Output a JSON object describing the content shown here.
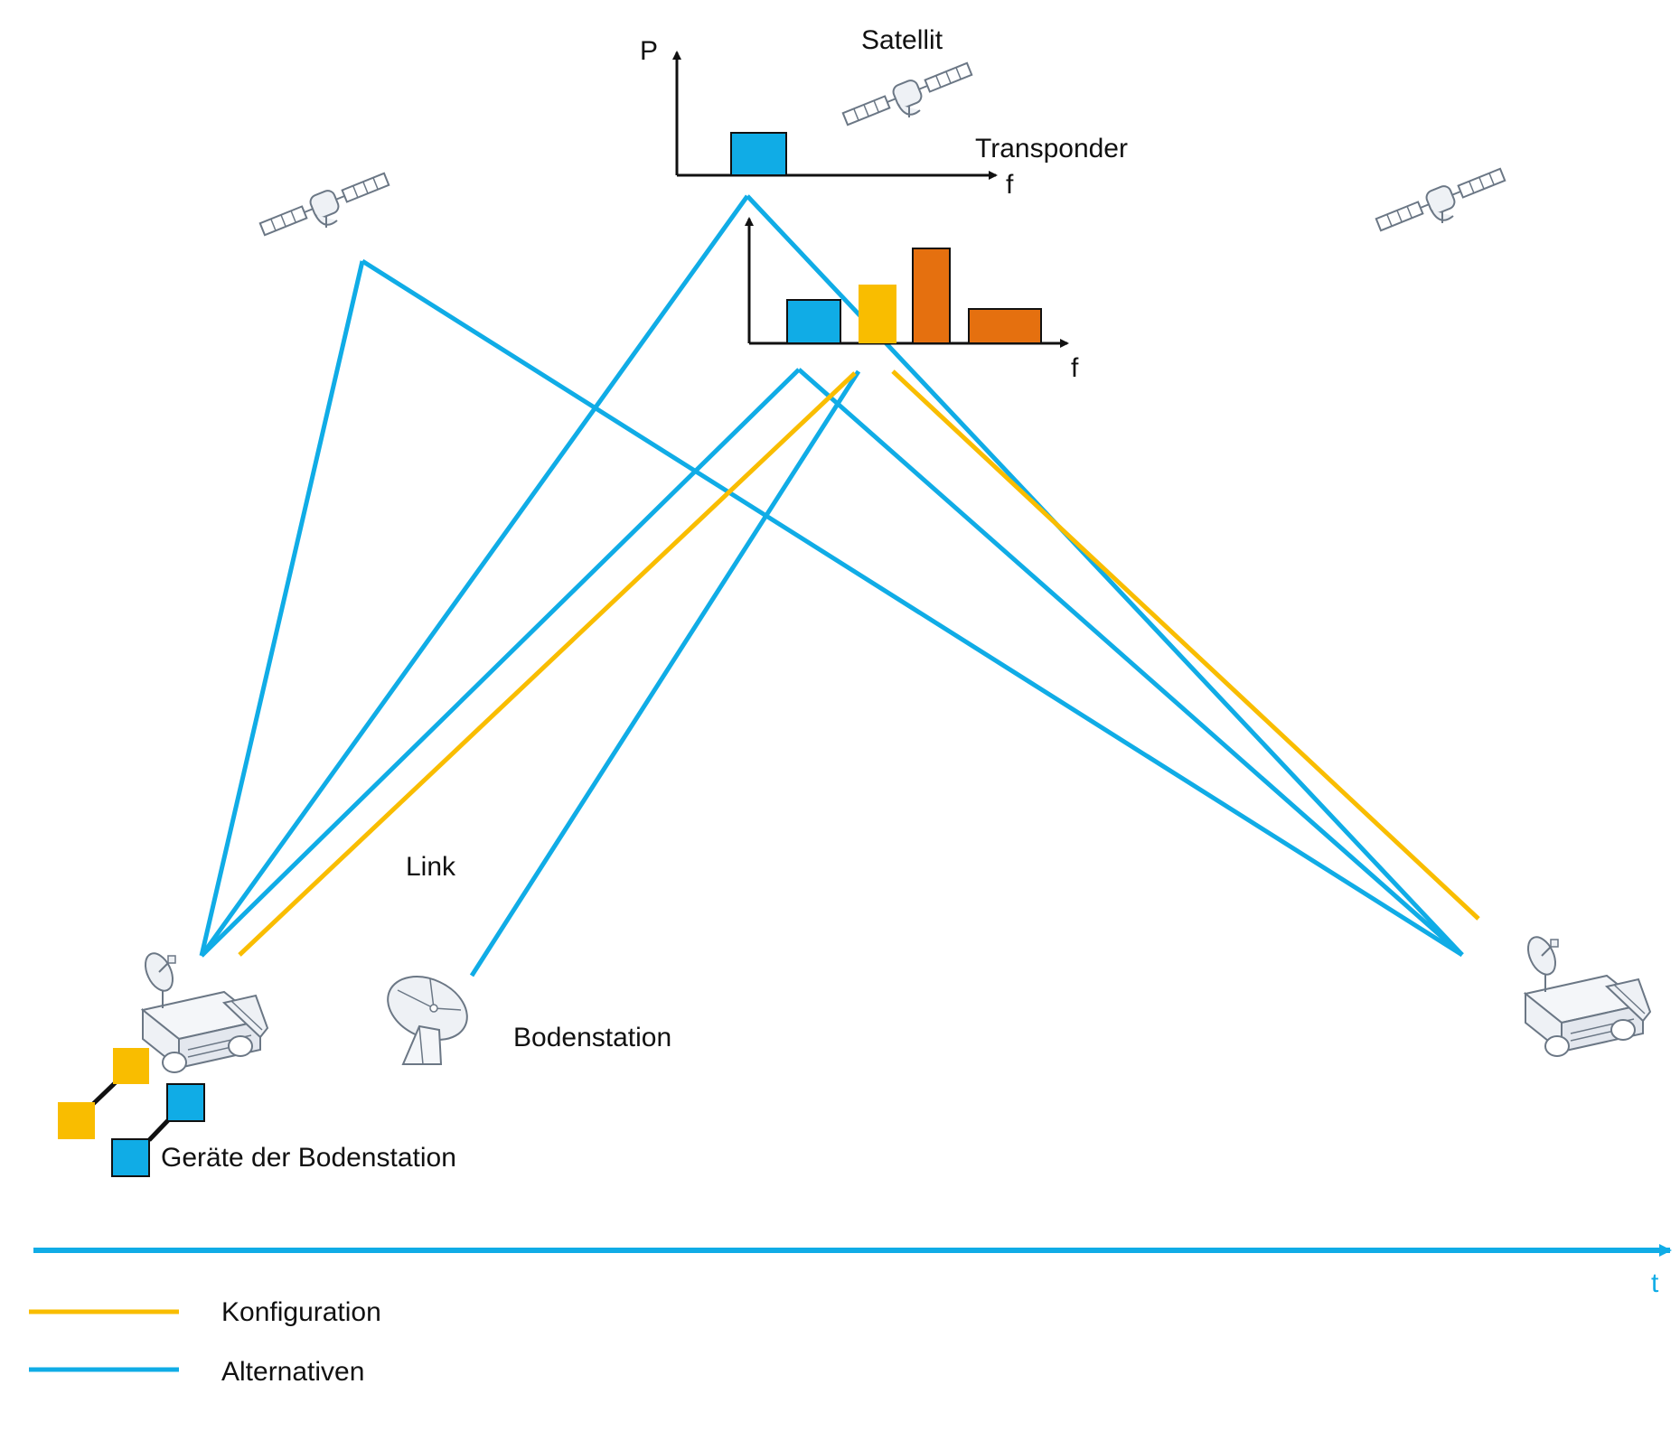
{
  "labels": {
    "satellite": "Satellit",
    "transponder": "Transponder",
    "power_axis": "P",
    "freq_axis_top": "f",
    "freq_axis_mid": "f",
    "link": "Link",
    "ground_station": "Bodenstation",
    "ground_equipment": "Geräte der Bodenstation",
    "time_axis": "t"
  },
  "legend": [
    {
      "label": "Konfiguration",
      "color": "#F9BD00"
    },
    {
      "label": "Alternativen",
      "color": "#10ACE6"
    }
  ],
  "colors": {
    "blue": "#10ACE6",
    "yellow": "#F9BD00",
    "orange": "#E5700F",
    "outline": "#111111"
  },
  "icons": {
    "satellite": "satellite-icon",
    "truck": "sat-truck-icon",
    "dish": "satellite-dish-icon"
  }
}
